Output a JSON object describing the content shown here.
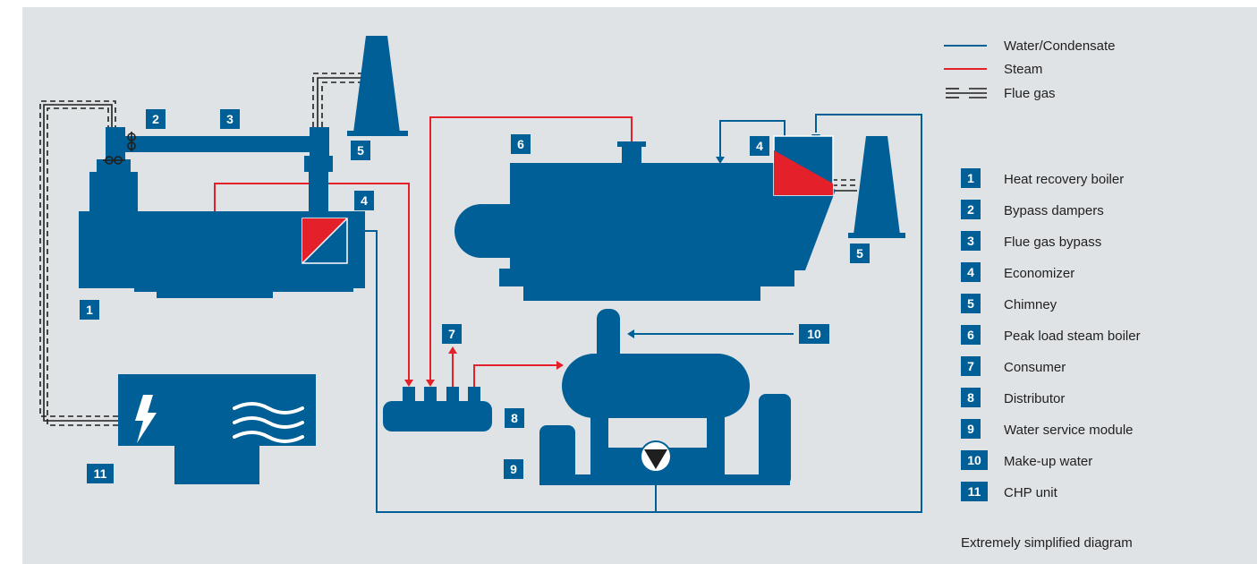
{
  "colors": {
    "background": "#e0e3e6",
    "equipment": "#005f96",
    "water": "#005f96",
    "steam": "#e4202a",
    "flue_gas": "#1f1f1f",
    "tag_box": "#005f96"
  },
  "legend": {
    "water_label": "Water/Condensate",
    "steam_label": "Steam",
    "flue_gas_label": "Flue gas"
  },
  "components": [
    {
      "num": "1",
      "label": "Heat recovery boiler"
    },
    {
      "num": "2",
      "label": "Bypass dampers"
    },
    {
      "num": "3",
      "label": "Flue gas bypass"
    },
    {
      "num": "4",
      "label": "Economizer"
    },
    {
      "num": "5",
      "label": "Chimney"
    },
    {
      "num": "6",
      "label": "Peak load steam boiler"
    },
    {
      "num": "7",
      "label": "Consumer"
    },
    {
      "num": "8",
      "label": "Distributor"
    },
    {
      "num": "9",
      "label": "Water service module"
    },
    {
      "num": "10",
      "label": "Make-up water"
    },
    {
      "num": "11",
      "label": "CHP unit"
    }
  ],
  "diagram_tags": {
    "hrb": "1",
    "dampers": "2",
    "bypass": "3",
    "economizer_left": "4",
    "chimney_left": "5",
    "steam_boiler": "6",
    "economizer_right": "4",
    "chimney_right": "5",
    "consumer": "7",
    "distributor": "8",
    "water_module": "9",
    "makeup": "10",
    "chp": "11"
  },
  "icons": {
    "chp_power": "lightning-bolt-icon",
    "chp_heat": "heat-waves-icon",
    "pump": "pump-icon",
    "damper": "damper-valve-icon"
  },
  "note": "Extremely simplified diagram"
}
